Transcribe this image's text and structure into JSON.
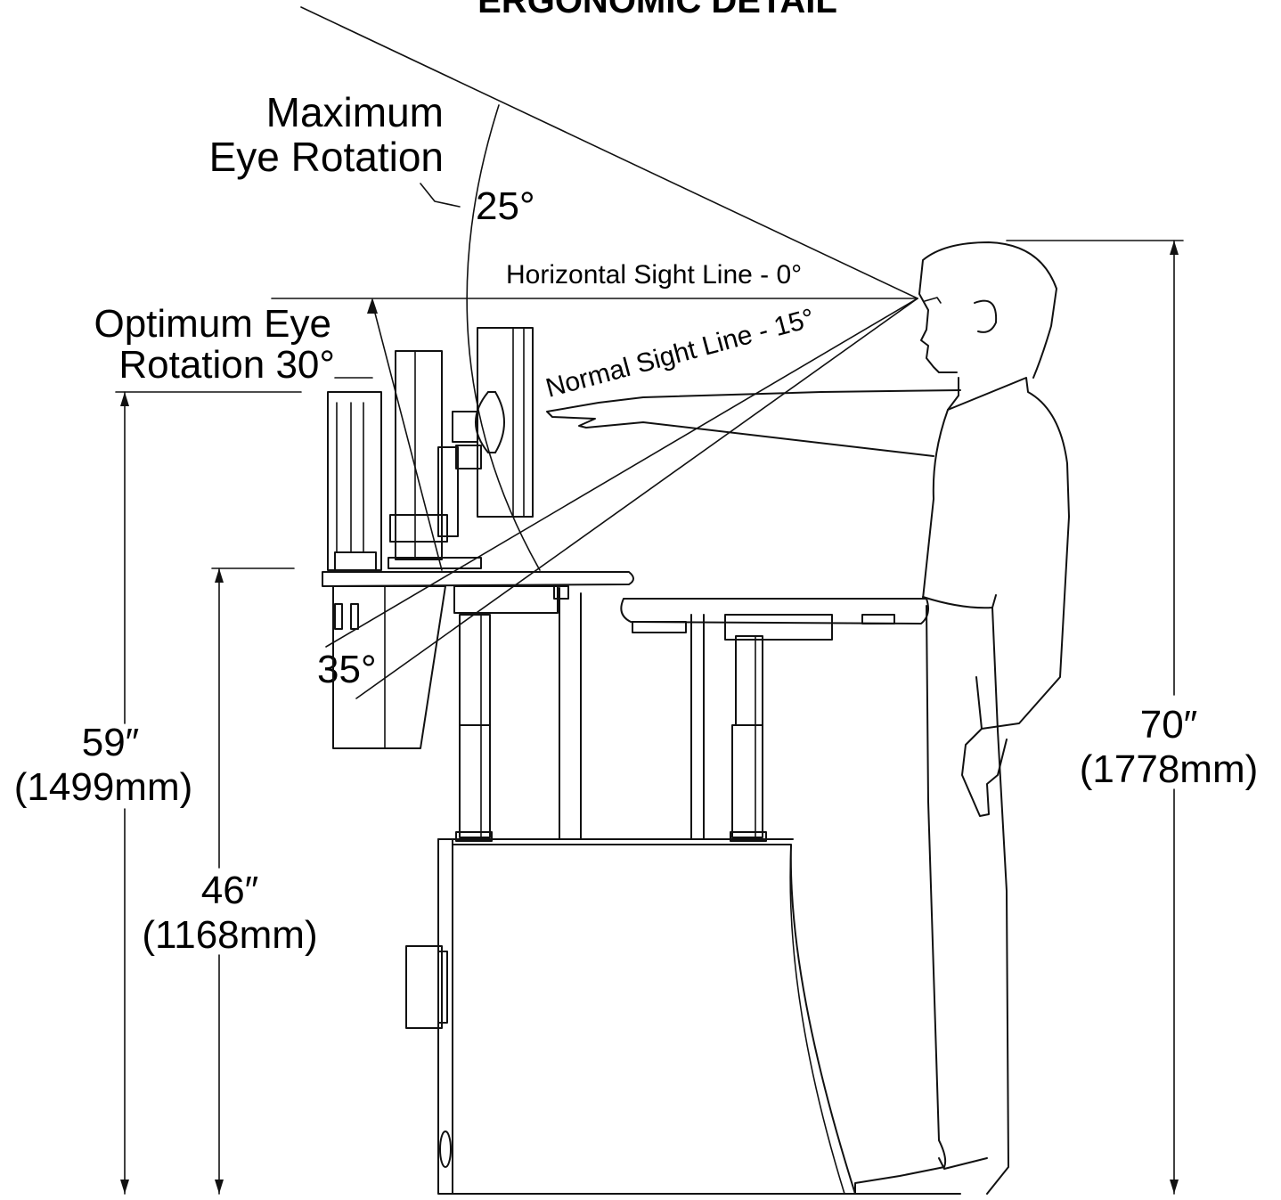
{
  "title": "ERGONOMIC DETAIL",
  "labels": {
    "max_rotation_line1": "Maximum",
    "max_rotation_line2": "Eye Rotation",
    "angle_25": "25°",
    "horizontal_sight_line": "Horizontal Sight Line - 0°",
    "normal_sight_line": "Normal Sight Line - 15°",
    "optimum_line1": "Optimum Eye",
    "optimum_line2": "Rotation 30°",
    "angle_35": "35°"
  },
  "dimensions": {
    "d59_in": "59″",
    "d59_mm": "(1499mm)",
    "d46_in": "46″",
    "d46_mm": "(1168mm)",
    "d70_in": "70″",
    "d70_mm": "(1778mm)"
  },
  "colors": {
    "line": "#111111",
    "background": "#ffffff"
  }
}
